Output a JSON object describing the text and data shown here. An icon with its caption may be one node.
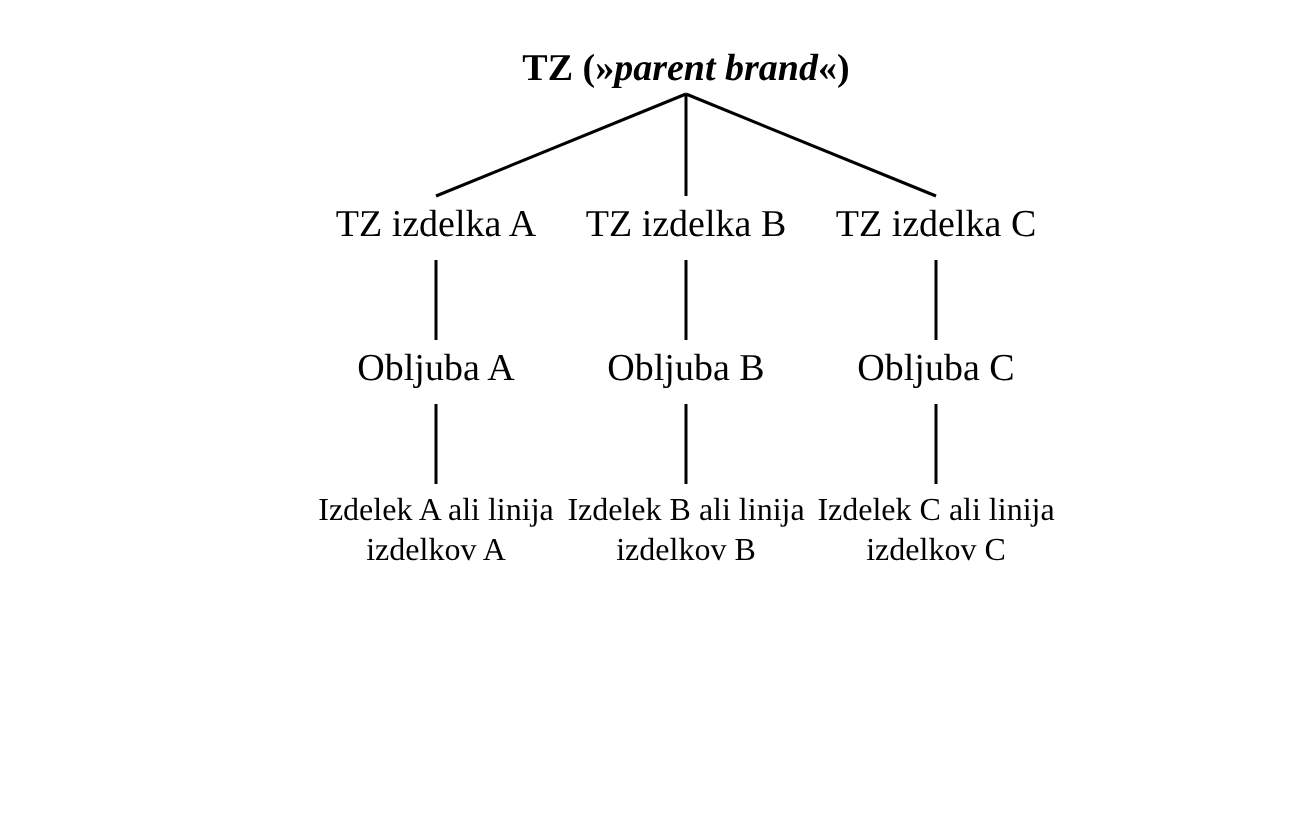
{
  "diagram": {
    "nodes": [
      {
        "text": [
          "TZ (»*parent brand*«)"
        ]
      },
      {
        "text": [
          "TZ izdelka A"
        ]
      },
      {
        "text": [
          "TZ izdelka B"
        ]
      },
      {
        "text": [
          "TZ izdelka C"
        ]
      },
      {
        "text": [
          "Obljuba A"
        ]
      },
      {
        "text": [
          "Obljuba B"
        ]
      },
      {
        "text": [
          "Obljuba C"
        ]
      },
      {
        "text": [
          "Izdelek A ali linija izdelkov A"
        ]
      },
      {
        "text": [
          "Izdelek B ali linija izdelkov B"
        ]
      },
      {
        "text": [
          "Izdelek C ali linija izdelkov C"
        ]
      }
    ],
    "edges": [
      {
        "from": 0,
        "to": 1,
        "arrow": "none"
      },
      {
        "from": 0,
        "to": 2,
        "arrow": "none"
      },
      {
        "from": 0,
        "to": 3,
        "arrow": "none"
      },
      {
        "from": 1,
        "to": 4,
        "arrow": "none"
      },
      {
        "from": 2,
        "to": 5,
        "arrow": "none"
      },
      {
        "from": 3,
        "to": 6,
        "arrow": "none"
      },
      {
        "from": 4,
        "to": 7,
        "arrow": "none"
      },
      {
        "from": 5,
        "to": 8,
        "arrow": "none"
      },
      {
        "from": 6,
        "to": 9,
        "arrow": "none"
      }
    ]
  }
}
